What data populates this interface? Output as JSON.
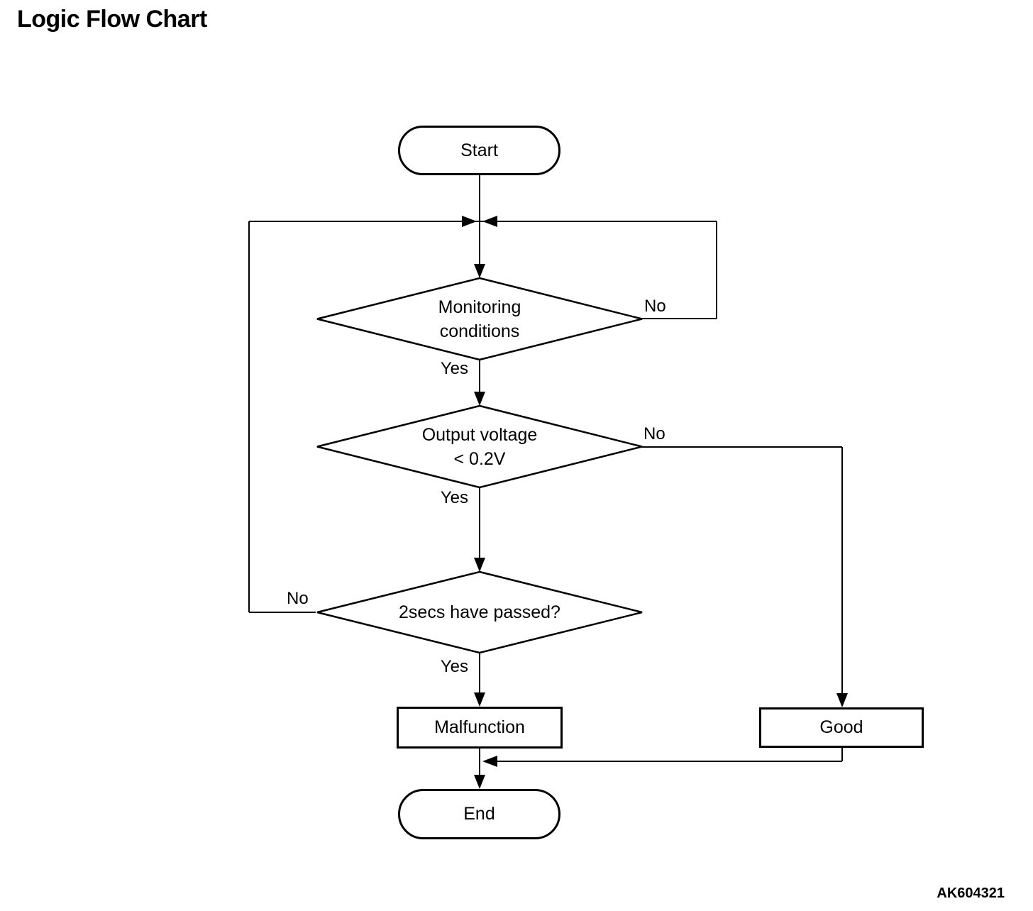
{
  "title": "Logic Flow Chart",
  "figure_code": "AK604321",
  "flowchart": {
    "start_label": "Start",
    "end_label": "End",
    "decisions": [
      {
        "lines": [
          "Monitoring",
          "conditions"
        ],
        "yes_label": "Yes",
        "no_label": "No"
      },
      {
        "lines": [
          "Output voltage",
          "< 0.2V"
        ],
        "yes_label": "Yes",
        "no_label": "No"
      },
      {
        "lines": [
          "2secs have passed?"
        ],
        "yes_label": "Yes",
        "no_label": "No"
      }
    ],
    "result_malfunction": "Malfunction",
    "result_good": "Good",
    "connections": [
      "Start → junction → Monitoring conditions",
      "Monitoring conditions —No→ loop back to junction (right side)",
      "Monitoring conditions —Yes→ Output voltage < 0.2V",
      "Output voltage < 0.2V —No→ Good",
      "Output voltage < 0.2V —Yes→ 2secs have passed?",
      "2secs have passed? —No→ loop back to junction (left side)",
      "2secs have passed? —Yes→ Malfunction",
      "Malfunction → End",
      "Good → merge → End"
    ],
    "line_color": "#000000",
    "background_color": "#ffffff"
  }
}
